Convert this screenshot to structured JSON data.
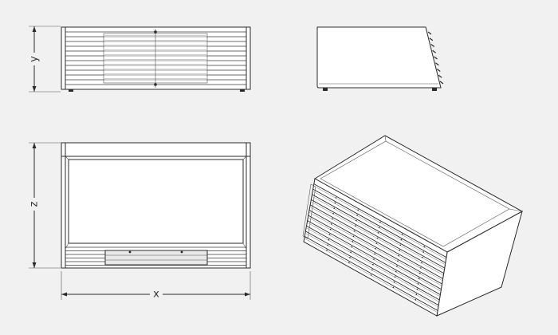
{
  "drawing": {
    "background_color": "#f1f1f1",
    "line_color": "#2b2b2b",
    "views": [
      {
        "id": "front-view",
        "kind": "front elevation"
      },
      {
        "id": "side-view",
        "kind": "side elevation"
      },
      {
        "id": "top-view",
        "kind": "plan"
      },
      {
        "id": "iso-view",
        "kind": "isometric"
      }
    ],
    "dimensions": {
      "width_label": "x",
      "height_label": "y",
      "depth_label": "z"
    }
  }
}
